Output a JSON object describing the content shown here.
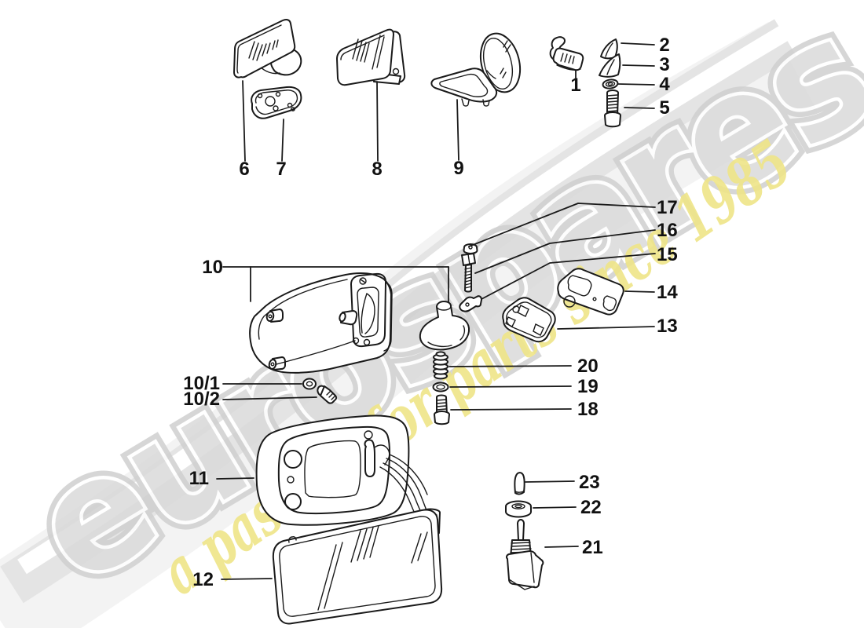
{
  "watermark": {
    "brand": "eurospares",
    "tagline": "a passion for parts since 1985"
  },
  "callouts": {
    "c1": "1",
    "c2": "2",
    "c3": "3",
    "c4": "4",
    "c5": "5",
    "c6": "6",
    "c7": "7",
    "c8": "8",
    "c9": "9",
    "c10": "10",
    "c10_1": "10/1",
    "c10_2": "10/2",
    "c11": "11",
    "c12": "12",
    "c13": "13",
    "c14": "14",
    "c15": "15",
    "c16": "16",
    "c17": "17",
    "c18": "18",
    "c19": "19",
    "c20": "20",
    "c21": "21",
    "c22": "22",
    "c23": "23"
  },
  "colors": {
    "line_art": "#1a1a1a",
    "watermark_gray": "#dadada",
    "watermark_yellow": "#efe588",
    "swoosh_gray": "#e4e4e4",
    "background": "#ffffff"
  }
}
